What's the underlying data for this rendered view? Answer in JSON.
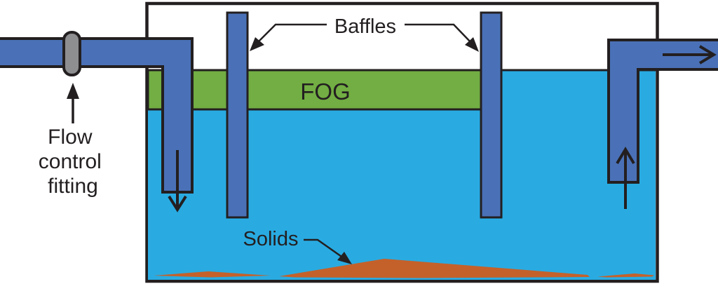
{
  "labels": {
    "baffles": "Baffles",
    "fog": "FOG",
    "flow_line1": "Flow",
    "flow_line2": "control",
    "flow_line3": "fitting",
    "solids": "Solids"
  },
  "colors": {
    "pipe_blue": "#4a71b7",
    "water_cyan": "#29abe2",
    "fog_green": "#72ae43",
    "solids_orange": "#c4612a",
    "fitting_gray": "#8e8e90",
    "outline_black": "#231f20",
    "tank_interior": "#ffffff",
    "background": "#ffffff"
  }
}
